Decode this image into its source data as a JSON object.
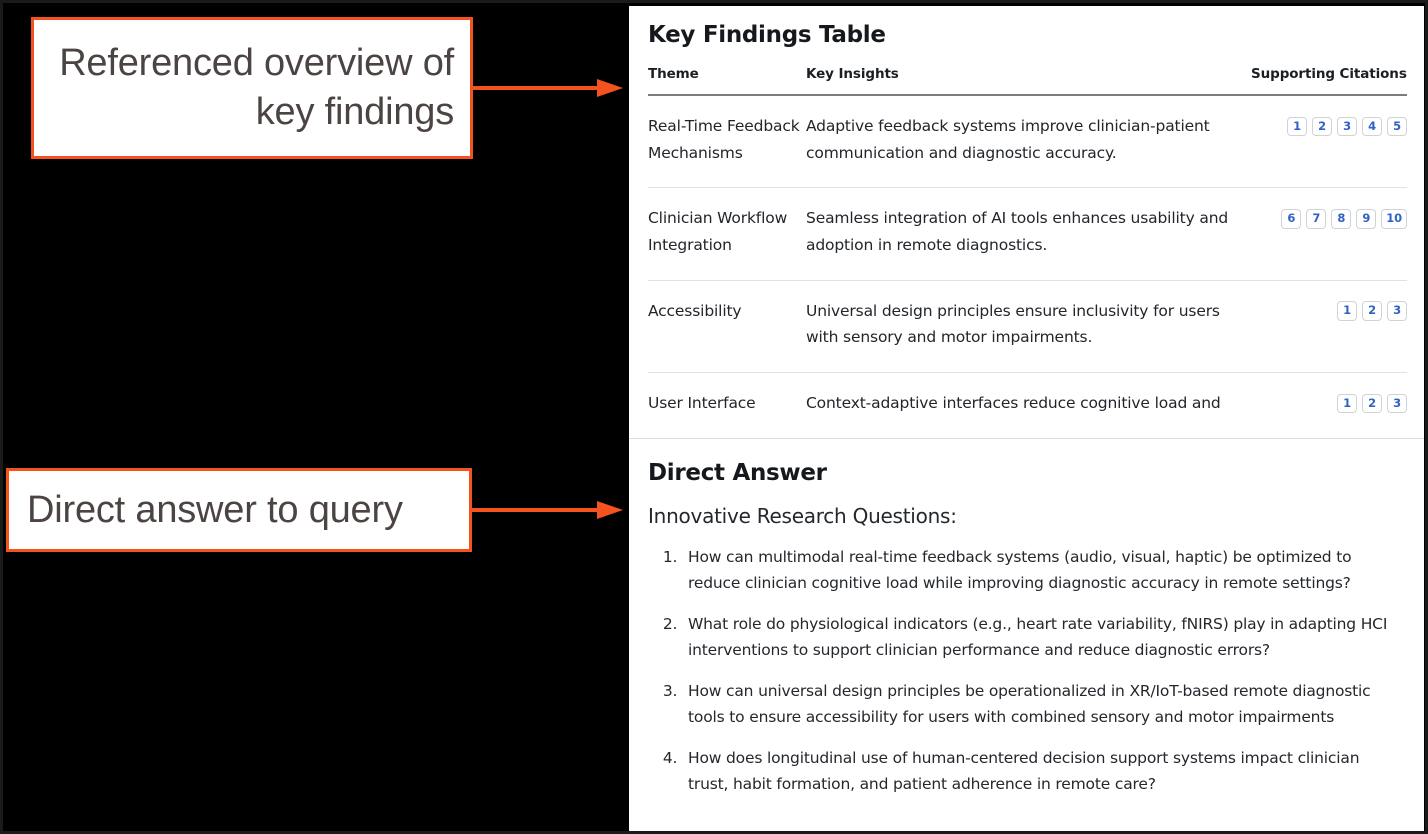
{
  "annotations": [
    {
      "id": "referenced-overview",
      "text": "Referenced overview of key findings"
    },
    {
      "id": "direct-answer",
      "text": "Direct answer to query"
    }
  ],
  "findings": {
    "title": "Key Findings Table",
    "columns": {
      "theme": "Theme",
      "insights": "Key Insights",
      "citations": "Supporting Citations"
    },
    "rows": [
      {
        "theme": "Real-Time Feedback Mechanisms",
        "insight": "Adaptive feedback systems improve clinician-patient communication and diagnostic accuracy.",
        "citations": [
          "1",
          "2",
          "3",
          "4",
          "5"
        ]
      },
      {
        "theme": "Clinician Workflow Integration",
        "insight": "Seamless integration of AI tools enhances usability and adoption in remote diagnostics.",
        "citations": [
          "6",
          "7",
          "8",
          "9",
          "10"
        ]
      },
      {
        "theme": "Accessibility",
        "insight": "Universal design principles ensure inclusivity for users with sensory and motor impairments.",
        "citations": [
          "1",
          "2",
          "3"
        ]
      },
      {
        "theme": "User Interface",
        "insight": "Context-adaptive interfaces reduce cognitive load and",
        "citations": [
          "1",
          "2",
          "3"
        ]
      }
    ]
  },
  "answer": {
    "title": "Direct Answer",
    "intro": "Innovative Research Questions:",
    "questions": [
      "How can multimodal real-time feedback systems (audio, visual, haptic) be optimized to reduce clinician cognitive load while improving diagnostic accuracy in remote settings?",
      "What role do physiological indicators (e.g., heart rate variability,  fNIRS) play in adapting HCI interventions to support clinician  performance and reduce diagnostic errors?",
      "How can universal design principles be operationalized in XR/IoT-based  remote diagnostic tools to ensure accessibility for users with combined  sensory and motor impairments",
      "How does longitudinal use of human-centered decision support systems  impact clinician trust, habit formation, and patient adherence in remote care?"
    ]
  },
  "colors": {
    "annotation_accent": "#f4521e",
    "annotation_text": "#4b4442",
    "background": "#000000",
    "panel": "#ffffff",
    "citation_text": "#2f62c4",
    "citation_border": "#cfd3d8",
    "header_rule": "#7c7c7c",
    "row_rule": "#e2e2e4"
  }
}
